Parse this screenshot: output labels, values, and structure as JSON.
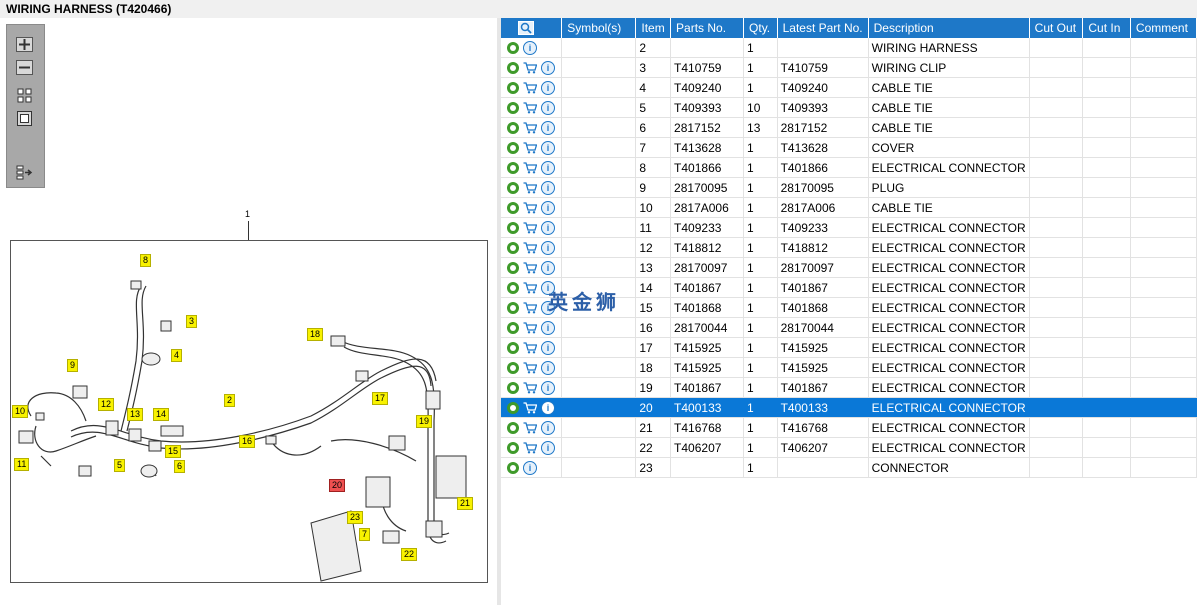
{
  "title": "WIRING HARNESS (T420466)",
  "toolbox": {
    "buttons": [
      "zoom-in",
      "zoom-out",
      "fit-all",
      "fit-page",
      "list-toggle"
    ]
  },
  "diagram": {
    "main_label": "1",
    "callouts": [
      "8",
      "3",
      "4",
      "18",
      "9",
      "17",
      "2",
      "10",
      "12",
      "13",
      "14",
      "19",
      "16",
      "11",
      "5",
      "6",
      "15",
      "20",
      "21",
      "23",
      "7",
      "22"
    ],
    "highlighted": "20"
  },
  "table": {
    "headers": [
      "Symbol(s)",
      "Item",
      "Parts No.",
      "Qty.",
      "Latest Part No.",
      "Description",
      "Cut Out",
      "Cut In",
      "Comment"
    ],
    "rows": [
      {
        "item": "2",
        "part": "",
        "qty": "1",
        "latest": "",
        "desc": "WIRING HARNESS",
        "cart": false
      },
      {
        "item": "3",
        "part": "T410759",
        "qty": "1",
        "latest": "T410759",
        "desc": "WIRING CLIP",
        "cart": true
      },
      {
        "item": "4",
        "part": "T409240",
        "qty": "1",
        "latest": "T409240",
        "desc": "CABLE TIE",
        "cart": true
      },
      {
        "item": "5",
        "part": "T409393",
        "qty": "10",
        "latest": "T409393",
        "desc": "CABLE TIE",
        "cart": true
      },
      {
        "item": "6",
        "part": "2817152",
        "qty": "13",
        "latest": "2817152",
        "desc": "CABLE TIE",
        "cart": true
      },
      {
        "item": "7",
        "part": "T413628",
        "qty": "1",
        "latest": "T413628",
        "desc": "COVER",
        "cart": true
      },
      {
        "item": "8",
        "part": "T401866",
        "qty": "1",
        "latest": "T401866",
        "desc": "ELECTRICAL CONNECTOR",
        "cart": true
      },
      {
        "item": "9",
        "part": "28170095",
        "qty": "1",
        "latest": "28170095",
        "desc": "PLUG",
        "cart": true
      },
      {
        "item": "10",
        "part": "2817A006",
        "qty": "1",
        "latest": "2817A006",
        "desc": "CABLE TIE",
        "cart": true
      },
      {
        "item": "11",
        "part": "T409233",
        "qty": "1",
        "latest": "T409233",
        "desc": "ELECTRICAL CONNECTOR",
        "cart": true
      },
      {
        "item": "12",
        "part": "T418812",
        "qty": "1",
        "latest": "T418812",
        "desc": "ELECTRICAL CONNECTOR",
        "cart": true
      },
      {
        "item": "13",
        "part": "28170097",
        "qty": "1",
        "latest": "28170097",
        "desc": "ELECTRICAL CONNECTOR",
        "cart": true
      },
      {
        "item": "14",
        "part": "T401867",
        "qty": "1",
        "latest": "T401867",
        "desc": "ELECTRICAL CONNECTOR",
        "cart": true
      },
      {
        "item": "15",
        "part": "T401868",
        "qty": "1",
        "latest": "T401868",
        "desc": "ELECTRICAL CONNECTOR",
        "cart": true
      },
      {
        "item": "16",
        "part": "28170044",
        "qty": "1",
        "latest": "28170044",
        "desc": "ELECTRICAL CONNECTOR",
        "cart": true
      },
      {
        "item": "17",
        "part": "T415925",
        "qty": "1",
        "latest": "T415925",
        "desc": "ELECTRICAL CONNECTOR",
        "cart": true
      },
      {
        "item": "18",
        "part": "T415925",
        "qty": "1",
        "latest": "T415925",
        "desc": "ELECTRICAL CONNECTOR",
        "cart": true
      },
      {
        "item": "19",
        "part": "T401867",
        "qty": "1",
        "latest": "T401867",
        "desc": "ELECTRICAL CONNECTOR",
        "cart": true
      },
      {
        "item": "20",
        "part": "T400133",
        "qty": "1",
        "latest": "T400133",
        "desc": "ELECTRICAL CONNECTOR",
        "cart": true,
        "selected": true
      },
      {
        "item": "21",
        "part": "T416768",
        "qty": "1",
        "latest": "T416768",
        "desc": "ELECTRICAL CONNECTOR",
        "cart": true
      },
      {
        "item": "22",
        "part": "T406207",
        "qty": "1",
        "latest": "T406207",
        "desc": "ELECTRICAL CONNECTOR",
        "cart": true
      },
      {
        "item": "23",
        "part": "",
        "qty": "1",
        "latest": "",
        "desc": "CONNECTOR",
        "cart": false
      }
    ]
  },
  "watermark": "英金狮",
  "colors": {
    "header": "#1e78c8",
    "selected": "#0a78d7",
    "callout": "#f8f200",
    "callout_highlight": "#ef5050"
  }
}
